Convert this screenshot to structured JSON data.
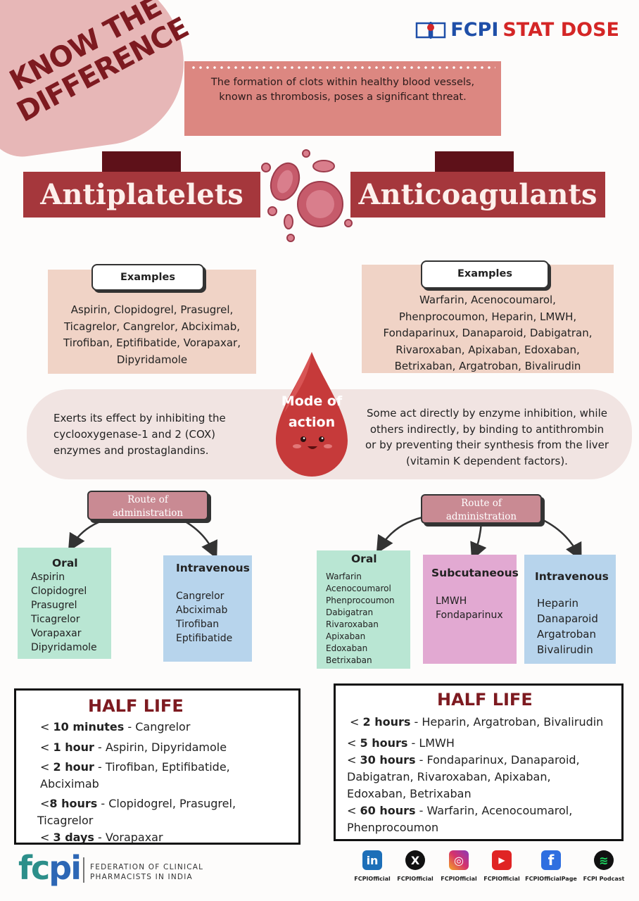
{
  "corner_label": [
    "KNOW THE",
    "DIFFERENCE"
  ],
  "brand": {
    "part1": "FCPI",
    "part2": "STAT DOSE"
  },
  "intro": "The formation of clots within healthy blood vessels, known as thrombosis, poses a significant threat.",
  "left": {
    "title": "Antiplatelets",
    "examples_label": "Examples",
    "examples": [
      "Aspirin, Clopidogrel, Prasugrel,",
      "Ticagrelor, Cangrelor, Abciximab,",
      "Tirofiban, Eptifibatide, Vorapaxar,",
      "Dipyridamole"
    ],
    "moa": [
      "Exerts its effect by inhibiting the",
      "cyclooxygenase-1 and 2 (COX)",
      "enzymes and prostaglandins."
    ],
    "route_label": [
      "Route of",
      "administration"
    ],
    "routes": [
      {
        "heading": "Oral",
        "items": [
          "Aspirin",
          "Clopidogrel",
          "Prasugrel",
          "Ticagrelor",
          "Vorapaxar",
          "Dipyridamole"
        ]
      },
      {
        "heading": "Intravenous",
        "items": [
          "Cangrelor",
          "Abciximab",
          "Tirofiban",
          "Eptifibatide"
        ]
      }
    ],
    "half_life_title": "HALF LIFE",
    "half_life": [
      {
        "prefix": "< ",
        "bold": "10 minutes",
        "rest": " - Cangrelor"
      },
      {
        "prefix": "< ",
        "bold": "1 hour",
        "rest": " - Aspirin, Dipyridamole"
      },
      {
        "prefix": "< ",
        "bold": "2 hour",
        "rest": " - Tirofiban, Eptifibatide,"
      },
      {
        "prefix": "",
        "bold": "",
        "rest": "Abciximab"
      },
      {
        "prefix": "<",
        "bold": "8 hours",
        "rest": " - Clopidogrel, Prasugrel,"
      },
      {
        "prefix": "",
        "bold": "",
        "rest": "Ticagrelor"
      },
      {
        "prefix": "< ",
        "bold": "3 days",
        "rest": " - Vorapaxar"
      }
    ]
  },
  "right": {
    "title": "Anticoagulants",
    "examples_label": "Examples",
    "examples": [
      "Warfarin, Acenocoumarol,",
      "Phenprocoumon, Heparin, LMWH,",
      "Fondaparinux, Danaparoid, Dabigatran,",
      "Rivaroxaban, Apixaban, Edoxaban,",
      "Betrixaban, Argatroban, Bivalirudin"
    ],
    "moa": [
      "Some act directly by enzyme inhibition, while",
      "others indirectly, by binding to antithrombin",
      "or by preventing their synthesis from the liver",
      "(vitamin K dependent factors)."
    ],
    "route_label": [
      "Route of",
      "administration"
    ],
    "routes": [
      {
        "heading": "Oral",
        "items": [
          "Warfarin",
          "Acenocoumarol",
          "Phenprocoumon",
          "Dabigatran",
          "Rivaroxaban",
          "Apixaban",
          "Edoxaban",
          "Betrixaban"
        ]
      },
      {
        "heading": "Subcutaneous",
        "items": [
          "LMWH",
          "Fondaparinux"
        ]
      },
      {
        "heading": "Intravenous",
        "items": [
          "Heparin",
          "Danaparoid",
          "Argatroban",
          "Bivalirudin"
        ]
      }
    ],
    "half_life_title": "HALF LIFE",
    "half_life": [
      {
        "prefix": "< ",
        "bold": "2 hours",
        "rest": " - Heparin, Argatroban, Bivalirudin"
      },
      {
        "prefix": "< ",
        "bold": "5 hours",
        "rest": " - LMWH"
      },
      {
        "prefix": "<  ",
        "bold": "30 hours",
        "rest": " - Fondaparinux, Danaparoid,"
      },
      {
        "prefix": "",
        "bold": "",
        "rest": "Dabigatran, Rivaroxaban, Apixaban,"
      },
      {
        "prefix": "",
        "bold": "",
        "rest": "Edoxaban, Betrixaban"
      },
      {
        "prefix": "< ",
        "bold": "60 hours",
        "rest": " - Warfarin, Acenocoumarol,"
      },
      {
        "prefix": "",
        "bold": "",
        "rest": "Phenprocoumon"
      }
    ]
  },
  "moa_label": [
    "Mode of",
    "action"
  ],
  "footer": {
    "logo_a": "fc",
    "logo_b": "pi",
    "org_name": [
      "FEDERATION OF CLINICAL",
      "PHARMACISTS IN INDIA"
    ],
    "socials": [
      {
        "icon": "linkedin-icon",
        "glyph": "in",
        "color": "#1d6fb8",
        "label": "FCPIOfficial"
      },
      {
        "icon": "x-icon",
        "glyph": "X",
        "color": "#111111",
        "label": "FCPIOfficial"
      },
      {
        "icon": "instagram-icon",
        "glyph": "◎",
        "color": "#d6336c",
        "label": "FCPIOfficial"
      },
      {
        "icon": "youtube-icon",
        "glyph": "▶",
        "color": "#e02424",
        "label": "FCPIOfficial"
      },
      {
        "icon": "facebook-icon",
        "glyph": "f",
        "color": "#2f6fe0",
        "label": "FCPIOfficialPage"
      },
      {
        "icon": "spotify-icon",
        "glyph": "≋",
        "color": "#111111",
        "label": "FCPI Podcast"
      }
    ]
  }
}
